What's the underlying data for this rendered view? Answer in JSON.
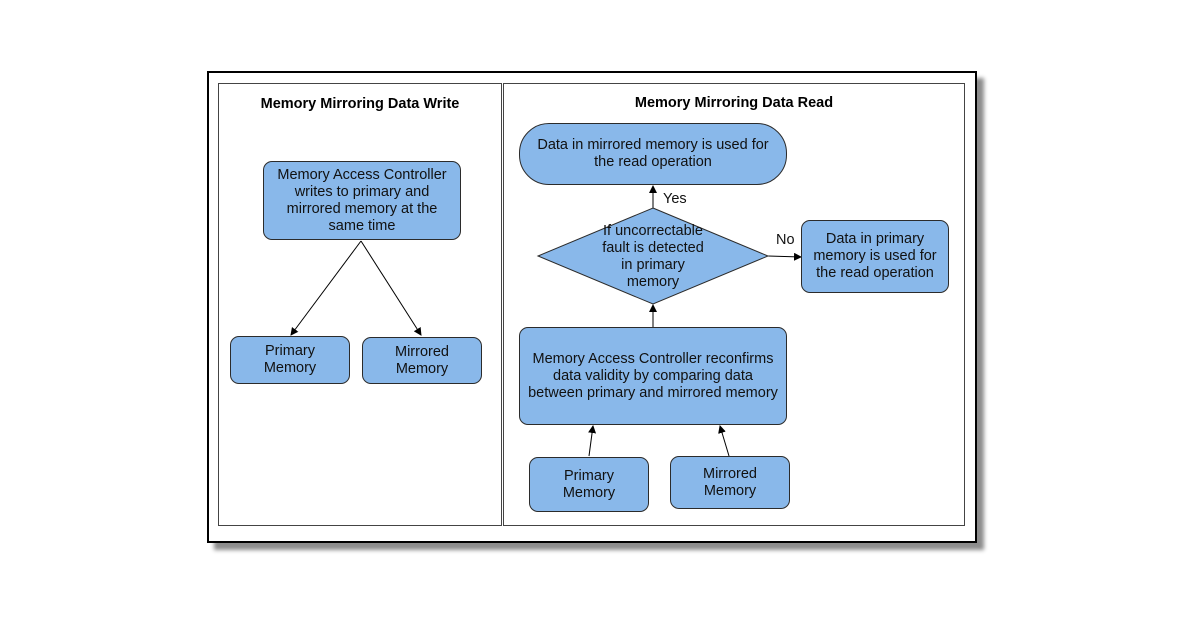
{
  "write_panel": {
    "title": "Memory Mirroring Data Write",
    "controller": "Memory Access Controller writes to primary and mirrored memory at the same time",
    "primary": "Primary Memory",
    "mirrored": "Mirrored Memory"
  },
  "read_panel": {
    "title": "Memory Mirroring Data Read",
    "mirrored_used": "Data in mirrored memory is used for the read operation",
    "decision": "If uncorrectable fault is detected in primary memory",
    "yes_label": "Yes",
    "no_label": "No",
    "primary_used": "Data in primary memory is used for the read operation",
    "controller": "Memory Access Controller reconfirms data validity by comparing data between primary and mirrored memory",
    "primary": "Primary Memory",
    "mirrored": "Mirrored Memory"
  },
  "colors": {
    "node_fill": "#89b8ea",
    "node_stroke": "#2b2b2b"
  }
}
